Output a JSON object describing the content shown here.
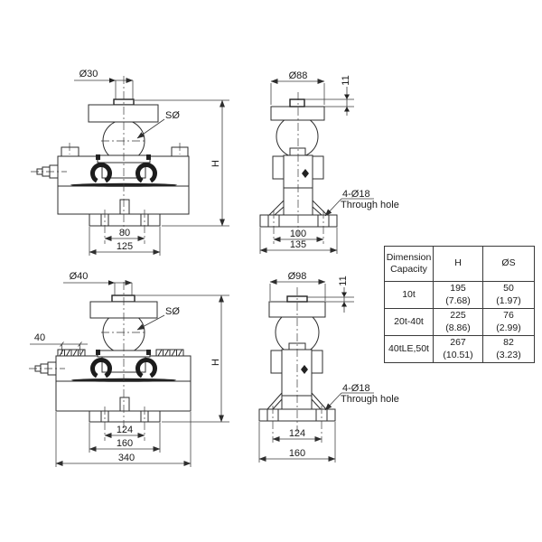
{
  "colors": {
    "line": "#2e2e2e",
    "text": "#1a1a1a",
    "background": "#ffffff"
  },
  "views": {
    "top_front": {
      "dia_top": "Ø30",
      "ball_label": "SØ",
      "height": "H",
      "bolt_span": "80",
      "base_width": "125"
    },
    "top_side": {
      "cap_dia": "Ø88",
      "stud_height": "11",
      "hole_note_1": "4-Ø18",
      "hole_note_2": "Through hole",
      "bolt_span": "100",
      "flange_width": "135"
    },
    "bottom_front": {
      "dia_top": "Ø40",
      "ball_label": "SØ",
      "left_offset": "40",
      "height": "H",
      "bolt_span": "124",
      "base_width": "160",
      "body_width": "340"
    },
    "bottom_side": {
      "cap_dia": "Ø98",
      "stud_height": "11",
      "hole_note_1": "4-Ø18",
      "hole_note_2": "Through hole",
      "bolt_span": "124",
      "flange_width": "160"
    }
  },
  "table": {
    "header": {
      "col1_line1": "Dimension",
      "col1_line2": "Capacity",
      "col2": "H",
      "col3": "ØS"
    },
    "rows": [
      {
        "capacity": "10t",
        "h_mm": "195",
        "h_in": "(7.68)",
        "s_mm": "50",
        "s_in": "(1.97)"
      },
      {
        "capacity": "20t-40t",
        "h_mm": "225",
        "h_in": "(8.86)",
        "s_mm": "76",
        "s_in": "(2.99)"
      },
      {
        "capacity": "40tLE,50t",
        "h_mm": "267",
        "h_in": "(10.51)",
        "s_mm": "82",
        "s_in": "(3.23)"
      }
    ]
  }
}
